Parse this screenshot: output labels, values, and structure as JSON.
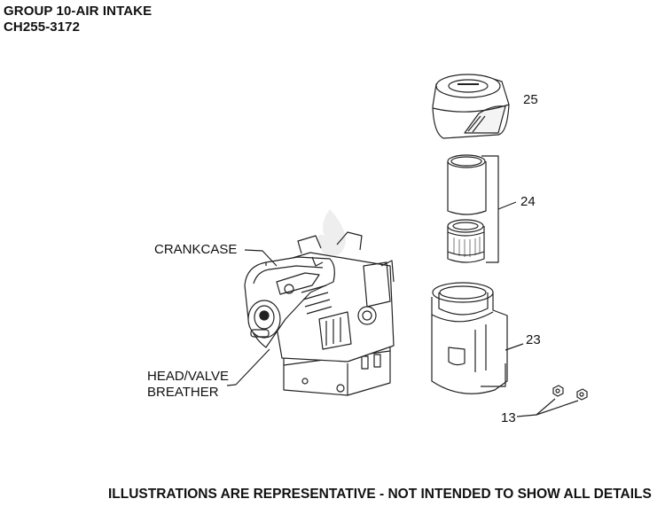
{
  "header": {
    "group_title": "GROUP 10-AIR INTAKE",
    "model_code": "CH255-3172"
  },
  "callouts": {
    "crankcase": "CRANKCASE",
    "head_valve_line1": "HEAD/VALVE",
    "head_valve_line2": "BREATHER",
    "part_25": "25",
    "part_24": "24",
    "part_23": "23",
    "part_13": "13"
  },
  "footer": {
    "disclaimer": "ILLUSTRATIONS ARE REPRESENTATIVE - NOT INTENDED TO SHOW ALL DETAILS"
  }
}
